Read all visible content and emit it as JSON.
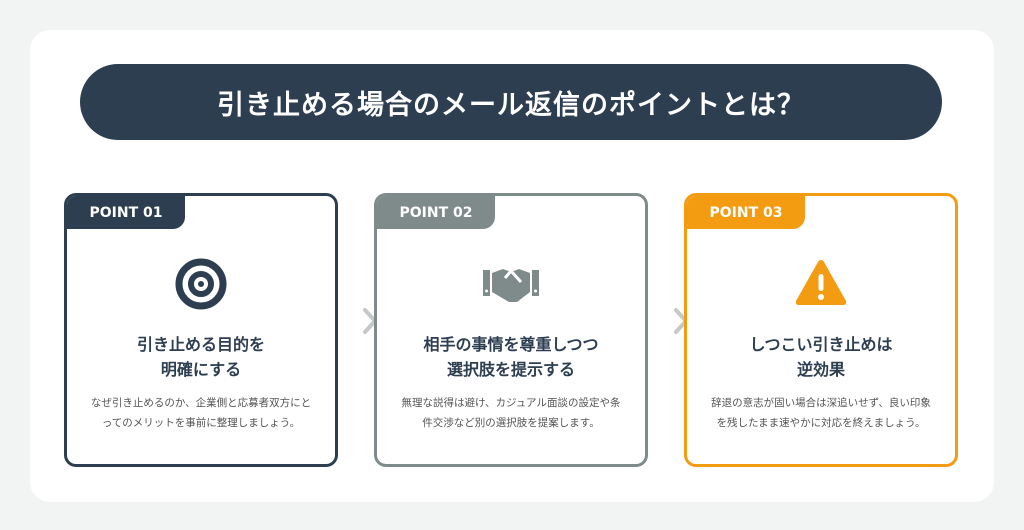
{
  "title": "引き止める場合のメール返信のポイントとは？",
  "colors": {
    "navy": "#2d3e50",
    "gray": "#7f8a8a",
    "orange": "#f39c12"
  },
  "points": [
    {
      "label": "POINT 01",
      "icon": "target-icon",
      "heading1": "引き止める目的を",
      "heading2": "明確にする",
      "desc1": "なぜ引き止めるのか、企業側と応募者双方にと",
      "desc2": "ってのメリットを事前に整理しましょう。"
    },
    {
      "label": "POINT 02",
      "icon": "handshake-icon",
      "heading1": "相手の事情を尊重しつつ",
      "heading2": "選択肢を提示する",
      "desc1": "無理な説得は避け、カジュアル面談の設定や条",
      "desc2": "件交渉など別の選択肢を提案します。"
    },
    {
      "label": "POINT 03",
      "icon": "warning-icon",
      "heading1": "しつこい引き止めは",
      "heading2": "逆効果",
      "desc1": "辞退の意志が固い場合は深追いせず、良い印象",
      "desc2": "を残したまま速やかに対応を終えましょう。"
    }
  ]
}
